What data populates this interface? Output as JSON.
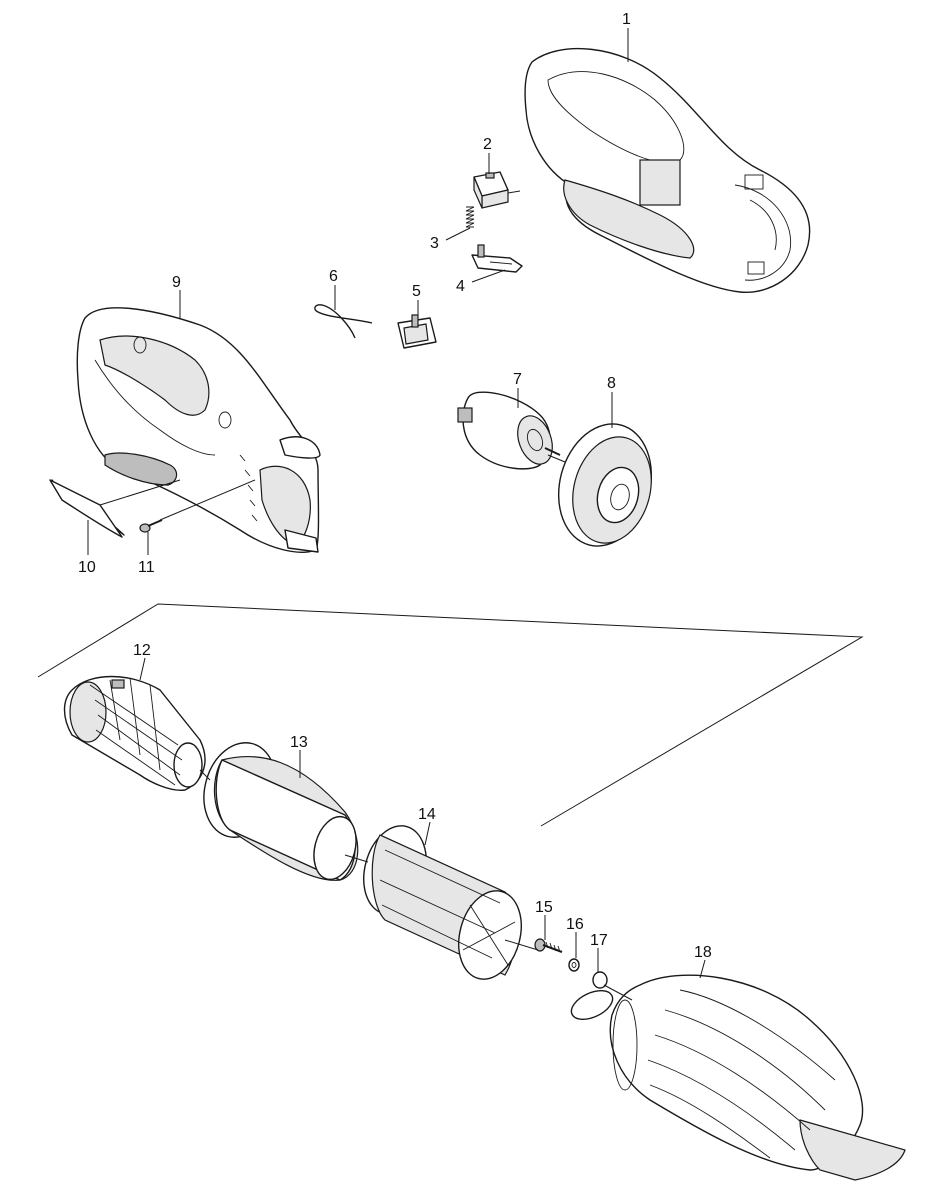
{
  "callouts": [
    {
      "id": "1",
      "label": "1"
    },
    {
      "id": "2",
      "label": "2"
    },
    {
      "id": "3",
      "label": "3"
    },
    {
      "id": "4",
      "label": "4"
    },
    {
      "id": "5",
      "label": "5"
    },
    {
      "id": "6",
      "label": "6"
    },
    {
      "id": "7",
      "label": "7"
    },
    {
      "id": "8",
      "label": "8"
    },
    {
      "id": "9",
      "label": "9"
    },
    {
      "id": "10",
      "label": "10"
    },
    {
      "id": "11",
      "label": "11"
    },
    {
      "id": "12",
      "label": "12"
    },
    {
      "id": "13",
      "label": "13"
    },
    {
      "id": "14",
      "label": "14"
    },
    {
      "id": "15",
      "label": "15"
    },
    {
      "id": "16",
      "label": "16"
    },
    {
      "id": "17",
      "label": "17"
    },
    {
      "id": "18",
      "label": "18"
    }
  ],
  "colors": {
    "line": "#1a1a1a",
    "background": "#ffffff",
    "shade": "#e6e6e6"
  }
}
